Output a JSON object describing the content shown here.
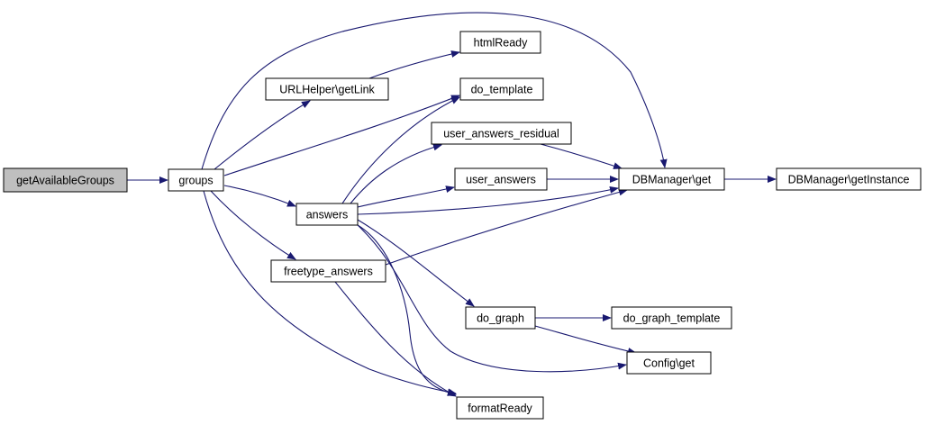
{
  "graph": {
    "edge_color": "#191970",
    "root_fill": "#bfbfbf",
    "node_fill": "#ffffff",
    "nodes": [
      {
        "id": "getAvailableGroups",
        "label": "getAvailableGroups",
        "root": true
      },
      {
        "id": "groups",
        "label": "groups"
      },
      {
        "id": "urlhelper",
        "label": "URLHelper\\getLink"
      },
      {
        "id": "htmlready",
        "label": "htmlReady"
      },
      {
        "id": "dotemplate",
        "label": "do_template"
      },
      {
        "id": "uar",
        "label": "user_answers_residual"
      },
      {
        "id": "ua",
        "label": "user_answers"
      },
      {
        "id": "answers",
        "label": "answers"
      },
      {
        "id": "dbget",
        "label": "DBManager\\get"
      },
      {
        "id": "dbinst",
        "label": "DBManager\\getInstance"
      },
      {
        "id": "freetype",
        "label": "freetype_answers"
      },
      {
        "id": "dograph",
        "label": "do_graph"
      },
      {
        "id": "dographtpl",
        "label": "do_graph_template"
      },
      {
        "id": "configget",
        "label": "Config\\get"
      },
      {
        "id": "formatready",
        "label": "formatReady"
      }
    ],
    "edges": [
      [
        "getAvailableGroups",
        "groups"
      ],
      [
        "groups",
        "urlhelper"
      ],
      [
        "groups",
        "dotemplate"
      ],
      [
        "groups",
        "dbget"
      ],
      [
        "groups",
        "answers"
      ],
      [
        "groups",
        "freetype"
      ],
      [
        "groups",
        "formatready"
      ],
      [
        "urlhelper",
        "htmlready"
      ],
      [
        "answers",
        "dotemplate"
      ],
      [
        "answers",
        "uar"
      ],
      [
        "answers",
        "ua"
      ],
      [
        "answers",
        "dbget"
      ],
      [
        "answers",
        "dograph"
      ],
      [
        "answers",
        "configget"
      ],
      [
        "answers",
        "formatready"
      ],
      [
        "uar",
        "dbget"
      ],
      [
        "ua",
        "dbget"
      ],
      [
        "dbget",
        "dbinst"
      ],
      [
        "freetype",
        "dbget"
      ],
      [
        "freetype",
        "formatready"
      ],
      [
        "dograph",
        "dographtpl"
      ],
      [
        "dograph",
        "configget"
      ]
    ]
  }
}
